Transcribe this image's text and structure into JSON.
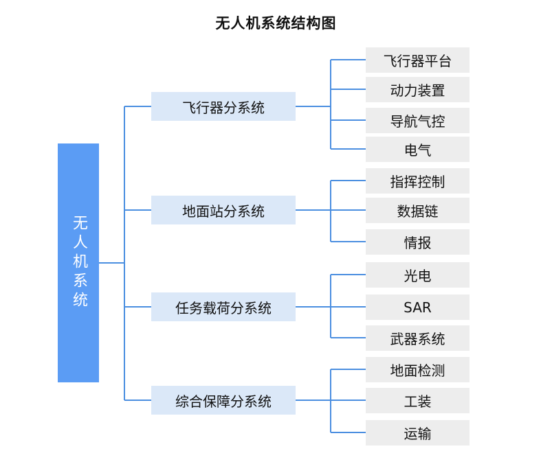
{
  "title": "无人机系统结构图",
  "root": "无人机系统",
  "colors": {
    "root": "#5b9cf4",
    "subsystem": "#dbe8f8",
    "leaf": "#ededed",
    "connector": "#4a8ee0"
  },
  "subsystems": [
    {
      "label": "飞行器分系统",
      "items": [
        "飞行器平台",
        "动力装置",
        "导航气控",
        "电气"
      ]
    },
    {
      "label": "地面站分系统",
      "items": [
        "指挥控制",
        "数据链",
        "情报"
      ]
    },
    {
      "label": "任务载荷分系统",
      "items": [
        "光电",
        "SAR",
        "武器系统"
      ]
    },
    {
      "label": "综合保障分系统",
      "items": [
        "地面检测",
        "工装",
        "运输"
      ]
    }
  ]
}
